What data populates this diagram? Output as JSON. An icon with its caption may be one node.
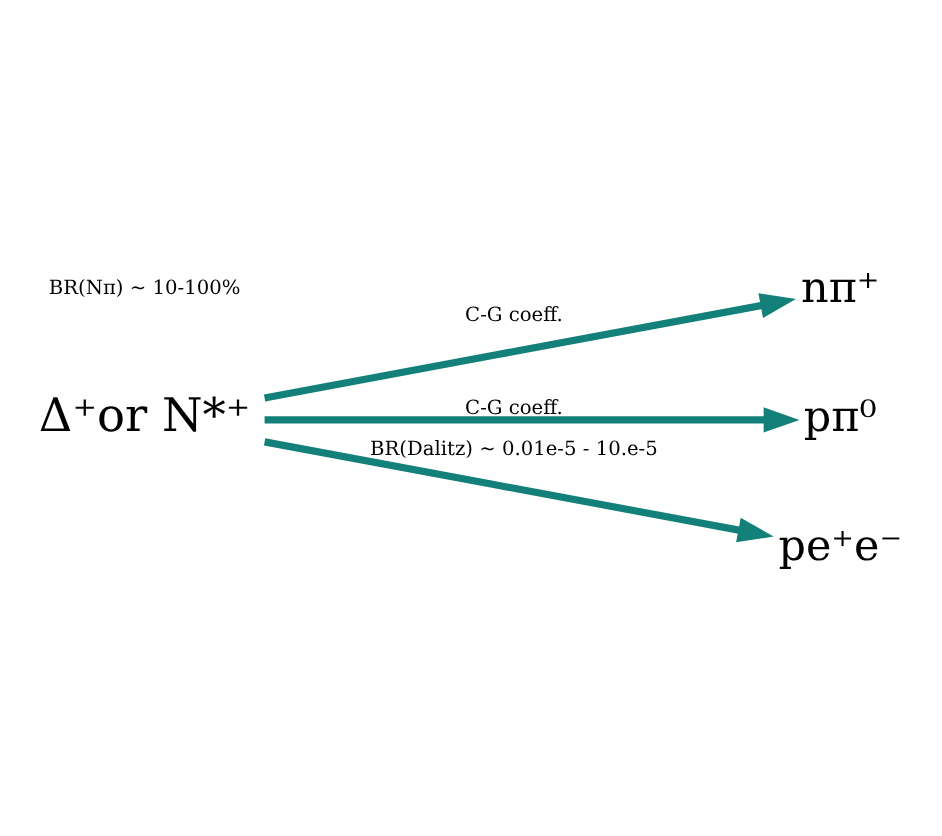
{
  "diagram": {
    "nodes": [
      {
        "text": [
          "Δ⁺or N*⁺"
        ]
      },
      {
        "text": [
          "nπ⁺"
        ]
      },
      {
        "text": [
          "pπ⁰"
        ]
      },
      {
        "text": [
          "pe⁺e⁻"
        ]
      }
    ],
    "edges": [
      {
        "from": 0,
        "to": 1,
        "arrow": "to",
        "label": "C-G coeff."
      },
      {
        "from": 0,
        "to": 2,
        "arrow": "to",
        "label": "C-G coeff."
      },
      {
        "from": 0,
        "to": 3,
        "arrow": "to",
        "label": "BR(Dalitz) ~ 0.01e-5 - 10.e-5"
      }
    ],
    "labels": [
      "BR(Nπ) ~ 10-100%"
    ]
  }
}
